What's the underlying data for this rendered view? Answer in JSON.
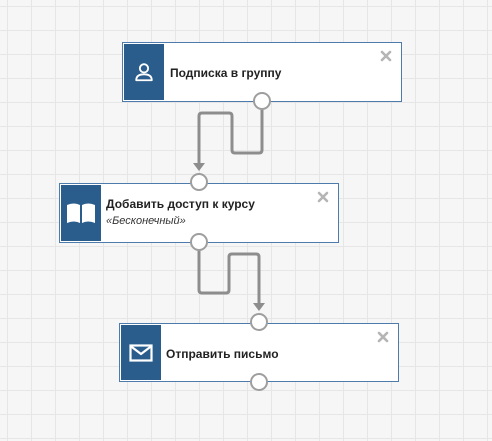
{
  "canvas": {
    "grid_color": "#e6e6e6",
    "connector_color": "#8d8d8d"
  },
  "nodes": [
    {
      "title": "Подписка в группу",
      "subtitle": "",
      "icon": "user-icon",
      "accent": "#2b5d8c"
    },
    {
      "title": "Добавить доступ к курсу",
      "subtitle": "«Бесконечный»",
      "icon": "book-icon",
      "accent": "#2b5d8c"
    },
    {
      "title": "Отправить письмо",
      "subtitle": "",
      "icon": "envelope-icon",
      "accent": "#2b5d8c"
    }
  ]
}
